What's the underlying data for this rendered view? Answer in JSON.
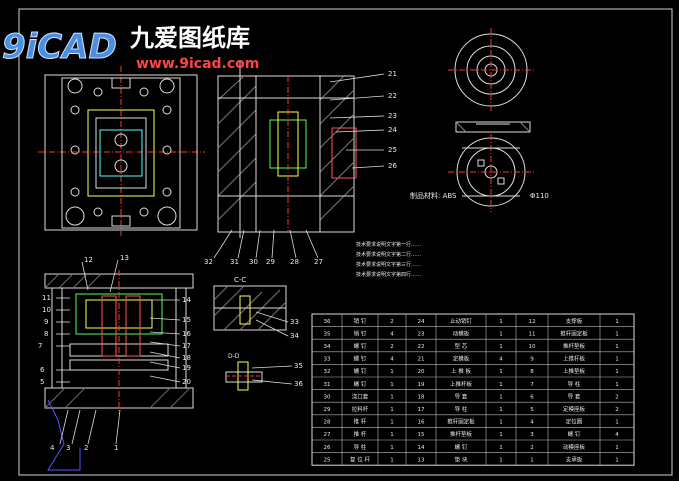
{
  "watermark": {
    "logo_glyphs": "9iCAD",
    "title_cn": "九爱图纸库",
    "url": "www.9icad.com"
  },
  "material_note": "制品材料: ABS",
  "dimension_110": "Φ110",
  "section_labels": {
    "cc": "C-C",
    "dd": "D-D"
  },
  "callouts_top": [
    "21",
    "22",
    "23",
    "24",
    "25",
    "26"
  ],
  "callouts_top_bottom": [
    "32",
    "31",
    "30",
    "29",
    "28",
    "27"
  ],
  "callouts_left_front": [
    "12",
    "13"
  ],
  "callouts_left_right": [
    "14",
    "15",
    "16",
    "17",
    "18",
    "19",
    "20"
  ],
  "callouts_left_left": [
    "11",
    "10",
    "9",
    "8",
    "7",
    "6",
    "5"
  ],
  "callouts_left_bottom": [
    "4",
    "3",
    "2",
    "1"
  ],
  "callouts_cc": [
    "33",
    "34"
  ],
  "callouts_dd": [
    "35",
    "36"
  ],
  "tech_note": [
    "技术要求说明文字第一行……",
    "技术要求说明文字第二行……",
    "技术要求说明文字第三行……",
    "技术要求说明文字第四行……"
  ],
  "bom_rows": [
    [
      "36",
      "销 钉",
      "2",
      "24",
      "止动销钉",
      "1",
      "12",
      "支撑板",
      "1"
    ],
    [
      "35",
      "销 钉",
      "4",
      "23",
      "动模板",
      "1",
      "11",
      "推杆固定板",
      "1"
    ],
    [
      "34",
      "螺 钉",
      "2",
      "22",
      "型 芯",
      "1",
      "10",
      "推杆垫板",
      "1"
    ],
    [
      "33",
      "螺 钉",
      "4",
      "21",
      "定模板",
      "4",
      "9",
      "上推杆板",
      "1"
    ],
    [
      "32",
      "螺 钉",
      "1",
      "20",
      "上 推 板",
      "1",
      "8",
      "上推垫板",
      "1"
    ],
    [
      "31",
      "螺 钉",
      "1",
      "19",
      "上推杆板",
      "1",
      "7",
      "导 柱",
      "1"
    ],
    [
      "30",
      "浇口套",
      "1",
      "18",
      "导 套",
      "1",
      "6",
      "导 套",
      "2"
    ],
    [
      "29",
      "拉料杆",
      "1",
      "17",
      "导 柱",
      "1",
      "5",
      "定模座板",
      "2"
    ],
    [
      "28",
      "推 杆",
      "1",
      "16",
      "推杆固定板",
      "1",
      "4",
      "定位圈",
      "1"
    ],
    [
      "27",
      "推 杆",
      "1",
      "15",
      "推杆垫板",
      "1",
      "3",
      "螺 钉",
      "4"
    ],
    [
      "26",
      "导 柱",
      "1",
      "14",
      "螺 钉",
      "1",
      "2",
      "动模座板",
      "1"
    ],
    [
      "25",
      "复 位 杆",
      "1",
      "13",
      "垫 块",
      "1",
      "1",
      "支承板",
      "1"
    ]
  ]
}
